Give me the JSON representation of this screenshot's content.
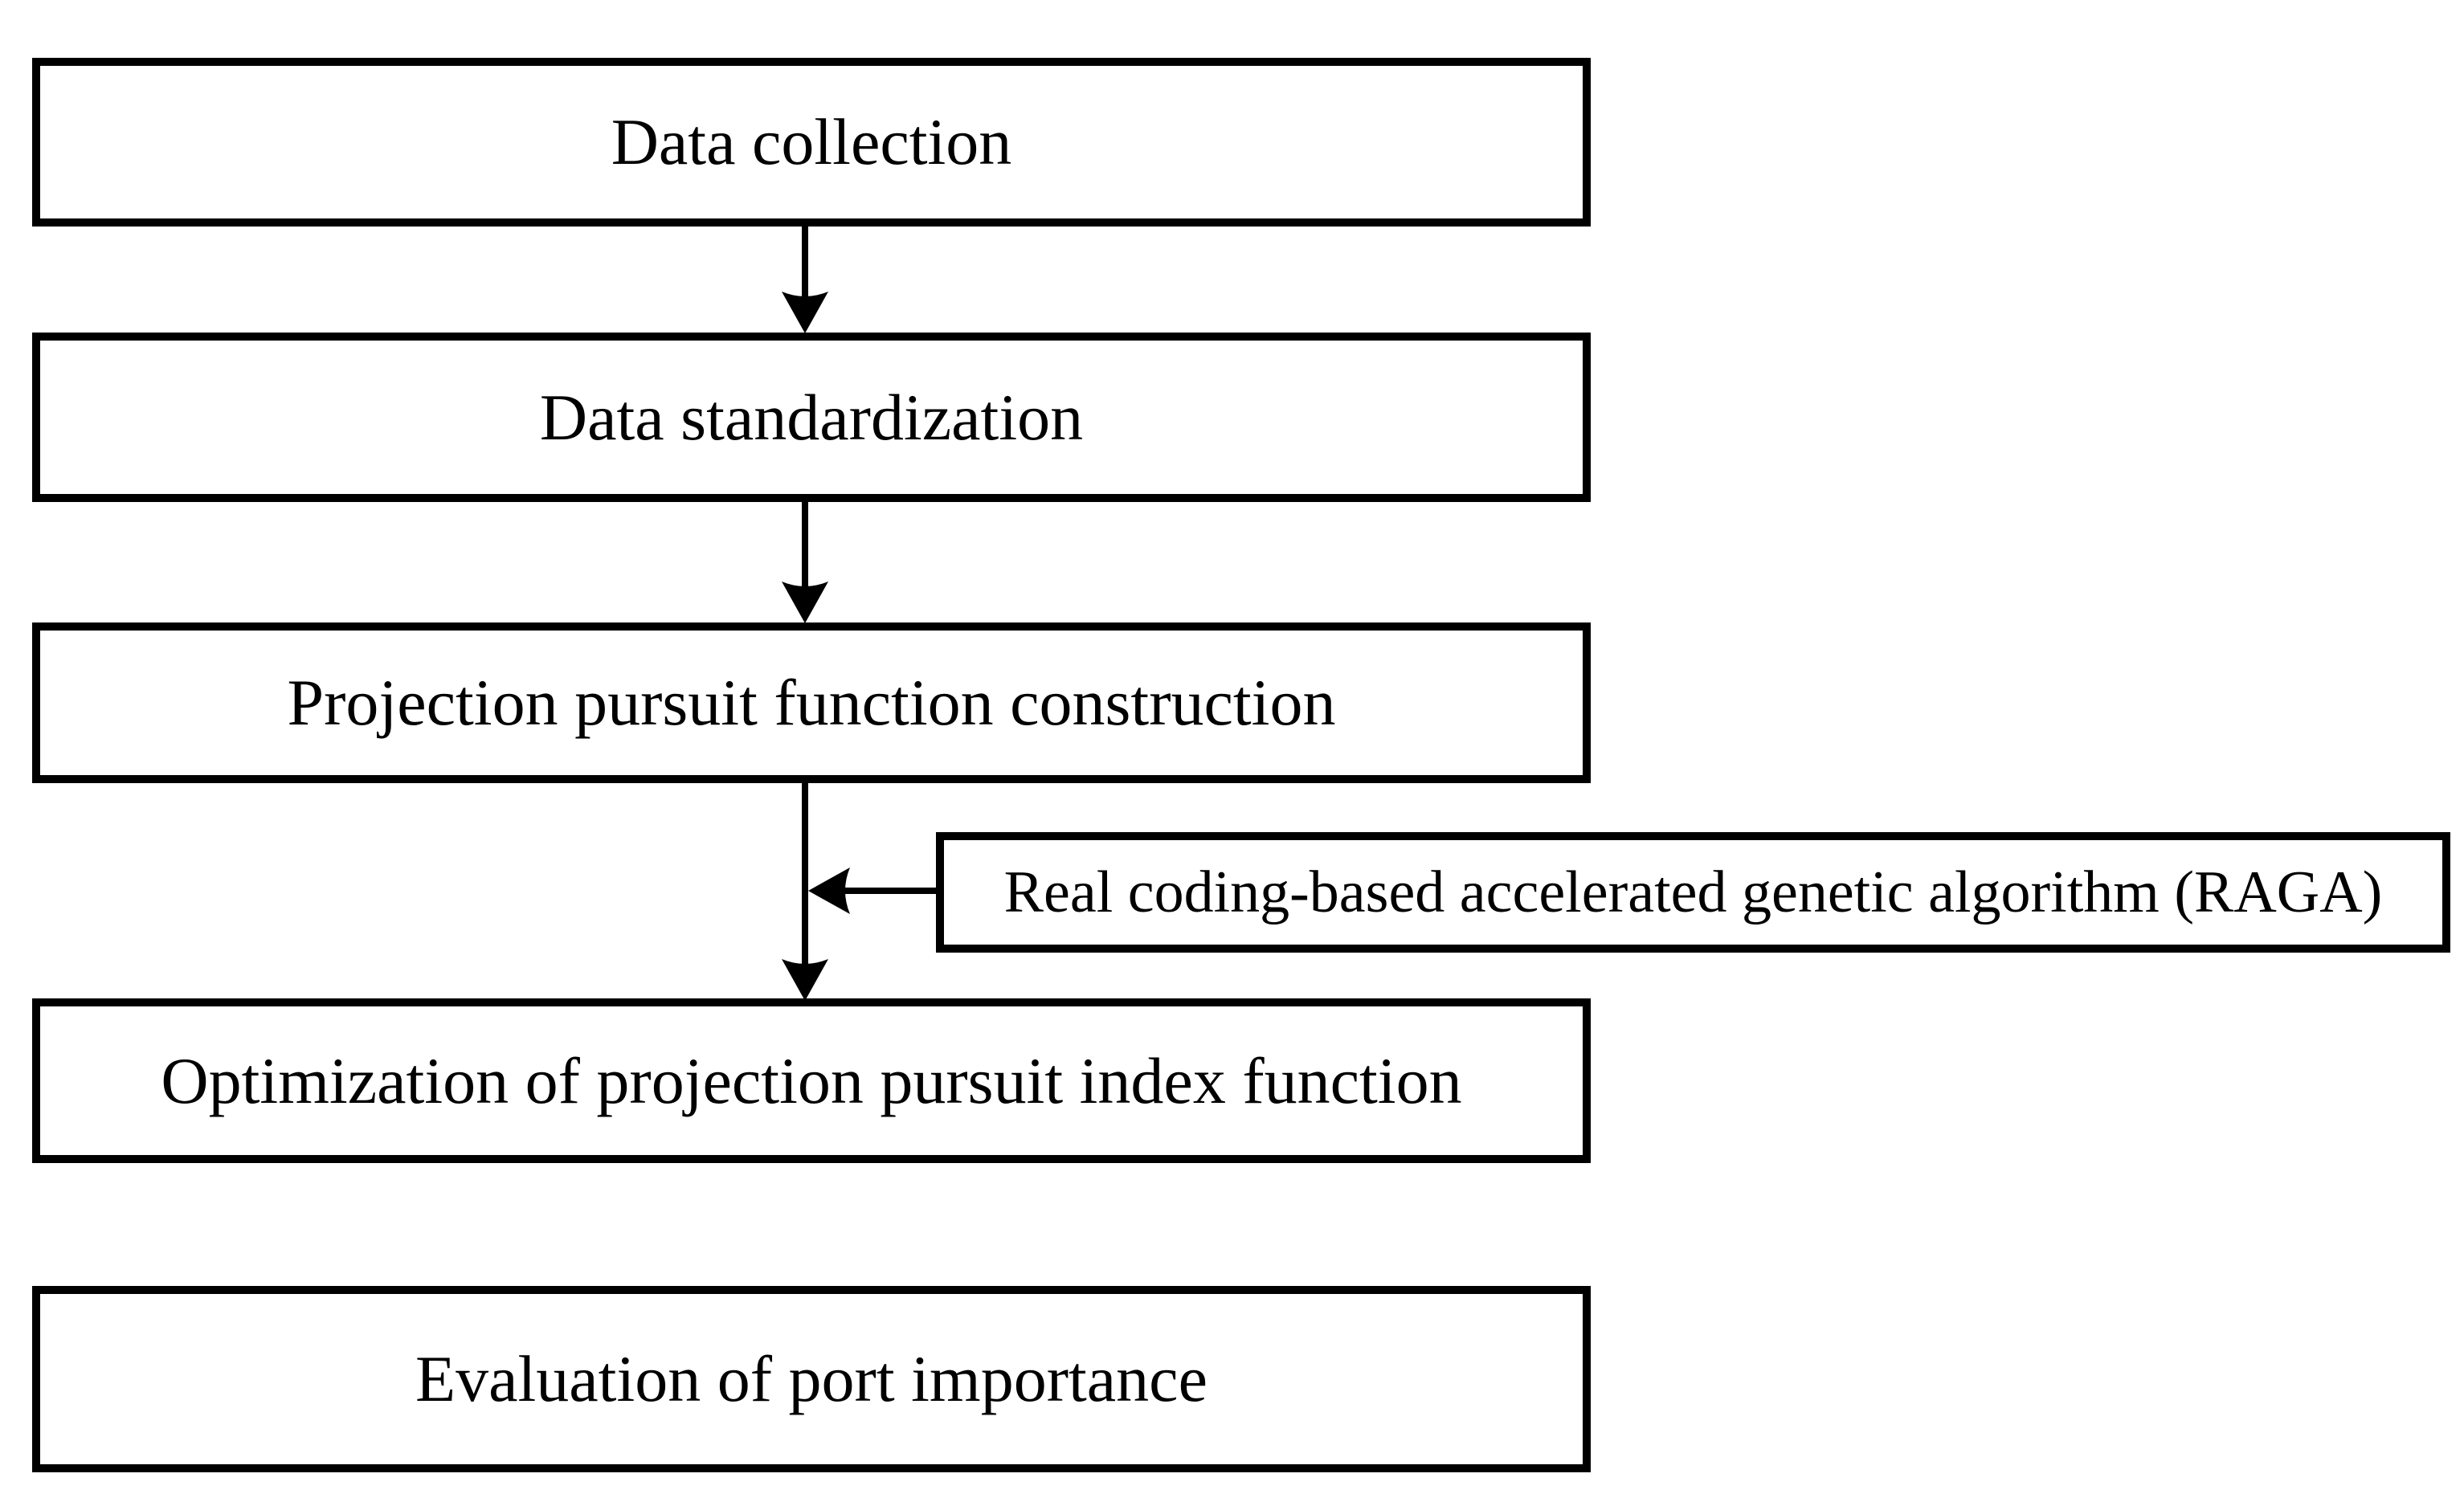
{
  "diagram": {
    "type": "flowchart",
    "background_color": "#ffffff",
    "line_color": "#000000",
    "box_fill_color": "#ffffff",
    "text_color": "#000000",
    "nodes": {
      "data_collection": {
        "label": "Data collection"
      },
      "data_standardization": {
        "label": "Data standardization"
      },
      "projection_pursuit": {
        "label": "Projection pursuit function construction"
      },
      "raga": {
        "label": "Real coding-based accelerated genetic algorithm (RAGA)"
      },
      "optimization": {
        "label": "Optimization of projection pursuit index function"
      },
      "evaluation": {
        "label": "Evaluation of port importance"
      }
    },
    "edges": [
      {
        "from": "Data collection",
        "to": "Data standardization",
        "style": "arrow-down"
      },
      {
        "from": "Data standardization",
        "to": "Projection pursuit function construction",
        "style": "arrow-down"
      },
      {
        "from": "Projection pursuit function construction",
        "to": "Optimization of projection pursuit index function",
        "style": "arrow-down"
      },
      {
        "from": "Real coding-based accelerated genetic algorithm (RAGA)",
        "to": "connector between Projection pursuit function construction and Optimization of projection pursuit index function",
        "style": "arrow-left"
      }
    ],
    "note": "No connector is drawn between Optimization of projection pursuit index function and Evaluation of port importance."
  }
}
